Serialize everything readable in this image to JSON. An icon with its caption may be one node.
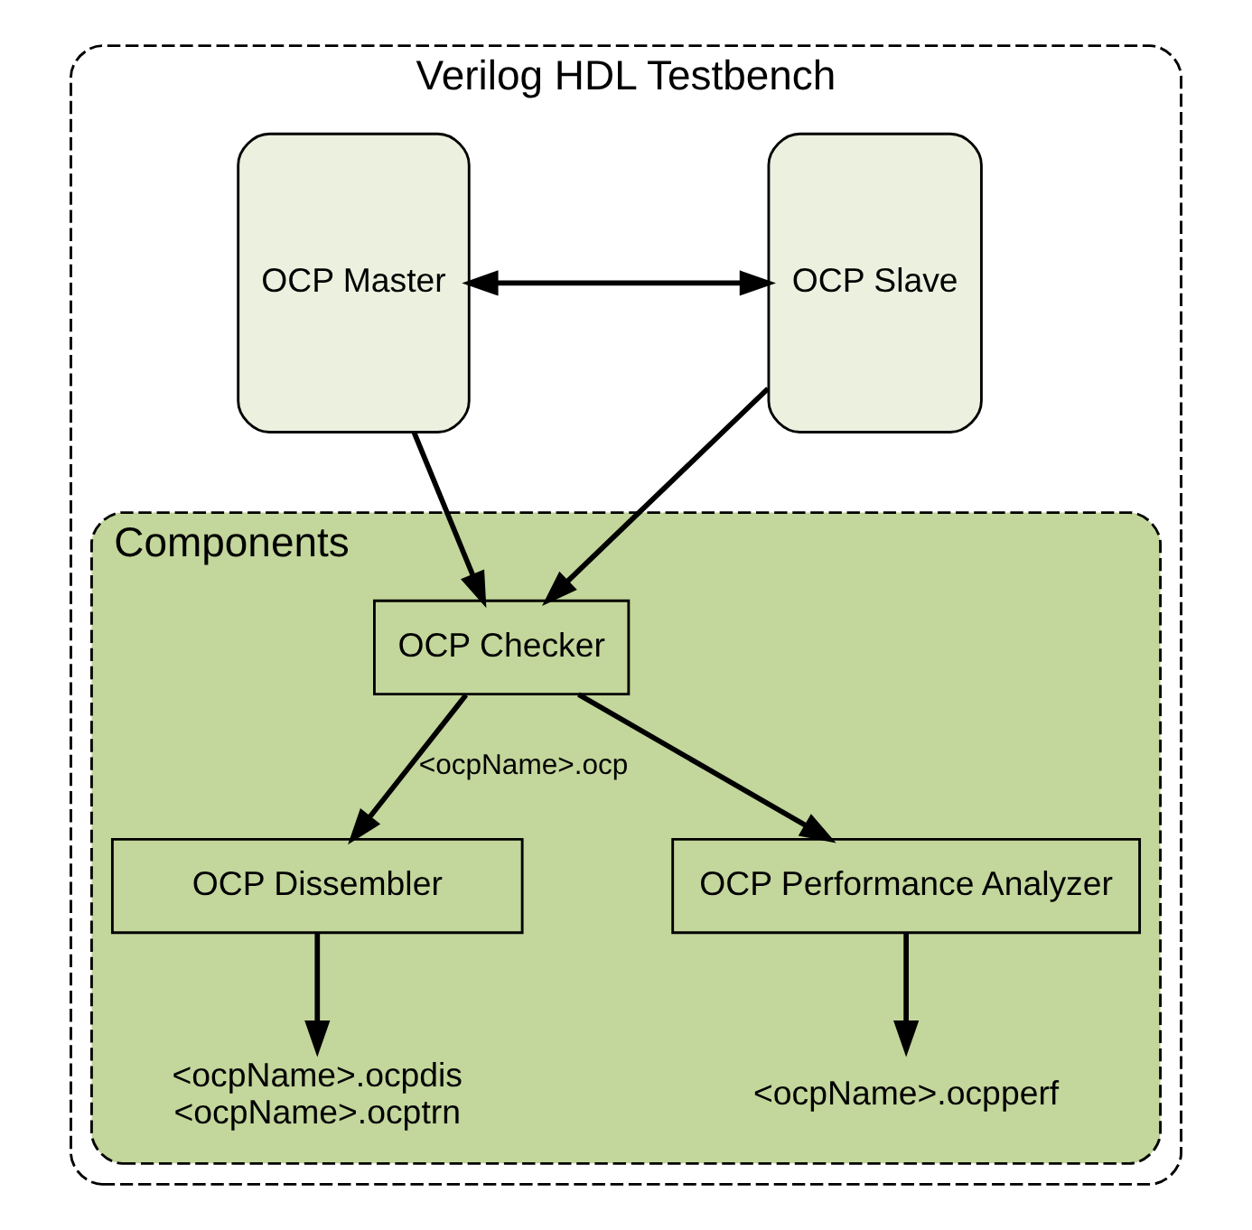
{
  "diagram": {
    "nodes": [
      {
        "text": [
          "Verilog HDL Testbench"
        ]
      },
      {
        "text": [
          "OCP Master"
        ],
        "in": 0
      },
      {
        "text": [
          "OCP Slave"
        ],
        "in": 0
      },
      {
        "text": [
          "Components"
        ],
        "in": 0
      },
      {
        "text": [
          "OCP Checker"
        ],
        "in": 3
      },
      {
        "text": [
          "OCP Dissembler"
        ],
        "in": 3
      },
      {
        "text": [
          "OCP Performance Analyzer"
        ],
        "in": 3
      },
      {
        "text": [
          "<ocpName>.ocpdis",
          "<ocpName>.ocptrn"
        ],
        "in": 3
      },
      {
        "text": [
          "<ocpName>.ocpperf"
        ],
        "in": 3
      }
    ],
    "edges": [
      {
        "from": 1,
        "to": 2,
        "arrow": "both"
      },
      {
        "from": 1,
        "to": 4,
        "arrow": "to"
      },
      {
        "from": 2,
        "to": 4,
        "arrow": "to"
      },
      {
        "from": 4,
        "to": 5,
        "arrow": "to",
        "label": "<ocpName>.ocp"
      },
      {
        "from": 4,
        "to": 6,
        "arrow": "to"
      },
      {
        "from": 5,
        "to": 7,
        "arrow": "to"
      },
      {
        "from": 6,
        "to": 8,
        "arrow": "to"
      }
    ]
  }
}
